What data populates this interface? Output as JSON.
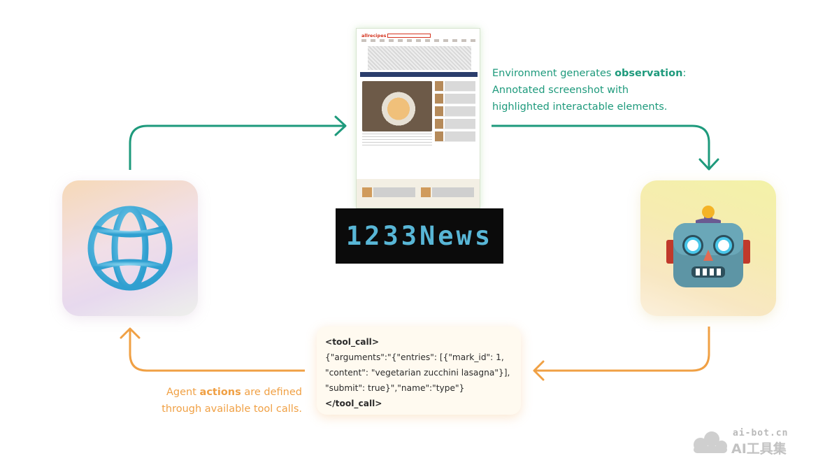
{
  "observation": {
    "line1_prefix": "Environment generates ",
    "line1_bold": "observation",
    "line1_suffix": ":",
    "line2": "Annotated screenshot with",
    "line3": "highlighted interactable elements."
  },
  "action": {
    "line1_prefix": "Agent ",
    "line1_bold": "actions",
    "line1_suffix": " are defined",
    "line2": "through available tool calls."
  },
  "tool_call": {
    "open_tag": "<tool_call>",
    "line1": "{\"arguments\":\"{\"entries\": [{\"mark_id\": 1,",
    "line2": "\"content\": \"vegetarian zucchini lasagna\"}],",
    "line3": "\"submit\": true}\",\"name\":\"type\"}",
    "close_tag": "</tool_call>"
  },
  "screenshot": {
    "site_logo": "allrecipes"
  },
  "overlay_logo": "1233News",
  "watermark": {
    "url": "ai-bot.cn",
    "name": "AI工具集"
  },
  "colors": {
    "observation_green": "#1e9a7c",
    "action_orange": "#f0a044"
  },
  "icons": {
    "environment": "globe-icon",
    "agent": "robot-icon"
  }
}
